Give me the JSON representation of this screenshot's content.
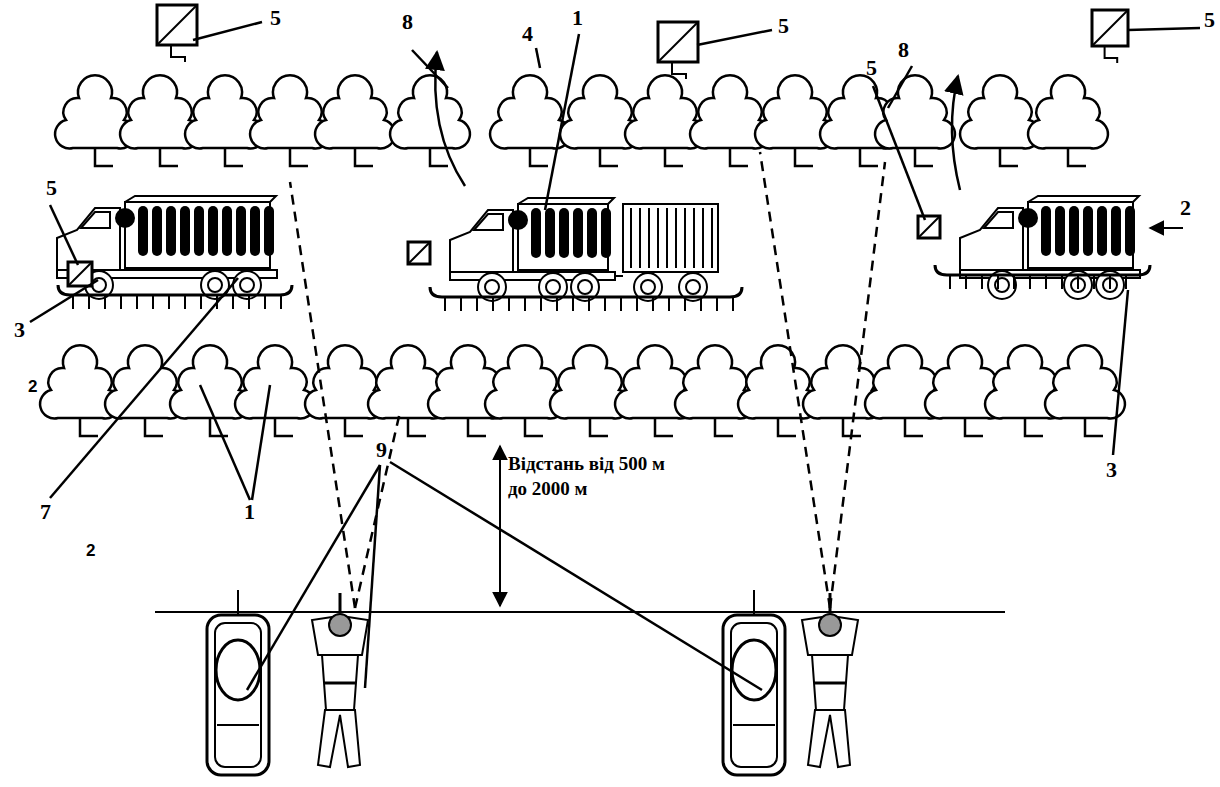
{
  "diagram": {
    "labels": [
      "5",
      "8",
      "4",
      "1",
      "5",
      "5",
      "8",
      "5",
      "2",
      "5",
      "3",
      "2",
      "3",
      "Відстань від 500 м до 2000 м",
      "7",
      "1",
      "2",
      "9"
    ]
  }
}
